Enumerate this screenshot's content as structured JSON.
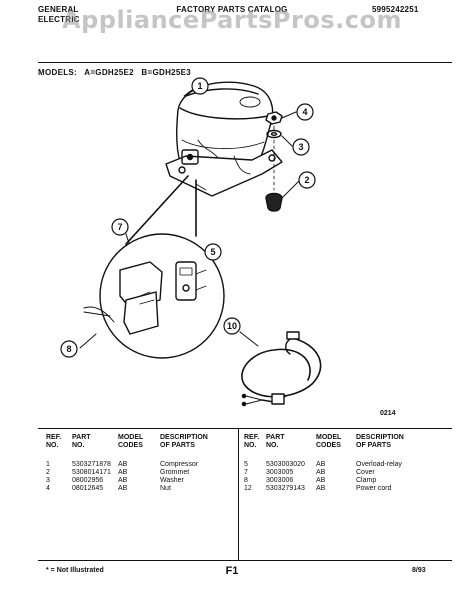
{
  "header": {
    "brand_line1": "GENERAL",
    "brand_line2": "ELECTRIC",
    "title": "FACTORY PARTS CATALOG",
    "catalog_number": "5995242251"
  },
  "watermark": "AppliancePartsPros.com",
  "models": "MODELS:   A=GDH25E2   B=GDH25E3",
  "diagram_code": "0214",
  "callouts": [
    "1",
    "4",
    "3",
    "2",
    "7",
    "5",
    "8",
    "10"
  ],
  "table_headers": {
    "ref": [
      "REF.",
      "NO."
    ],
    "part": [
      "PART",
      "NO."
    ],
    "model": [
      "MODEL",
      "CODES"
    ],
    "desc": [
      "DESCRIPTION",
      "OF PARTS"
    ]
  },
  "parts_left": [
    {
      "ref": "1",
      "part": "5303271878",
      "model": "AB",
      "desc": "Compressor"
    },
    {
      "ref": "2",
      "part": "5308014171",
      "model": "AB",
      "desc": "Grommet"
    },
    {
      "ref": "3",
      "part": "08002956",
      "model": "AB",
      "desc": "Washer"
    },
    {
      "ref": "4",
      "part": "08012645",
      "model": "AB",
      "desc": "Nut"
    }
  ],
  "parts_right": [
    {
      "ref": "5",
      "part": "5303003020",
      "model": "AB",
      "desc": "Overload-relay"
    },
    {
      "ref": "7",
      "part": "3003005",
      "model": "AB",
      "desc": "Cover"
    },
    {
      "ref": "8",
      "part": "3003006",
      "model": "AB",
      "desc": "Clamp"
    },
    {
      "ref": "12",
      "part": "5303279143",
      "model": "AB",
      "desc": "Power cord"
    }
  ],
  "footer": {
    "note": "* = Not Illustrated",
    "page": "F1",
    "date": "8/93"
  }
}
